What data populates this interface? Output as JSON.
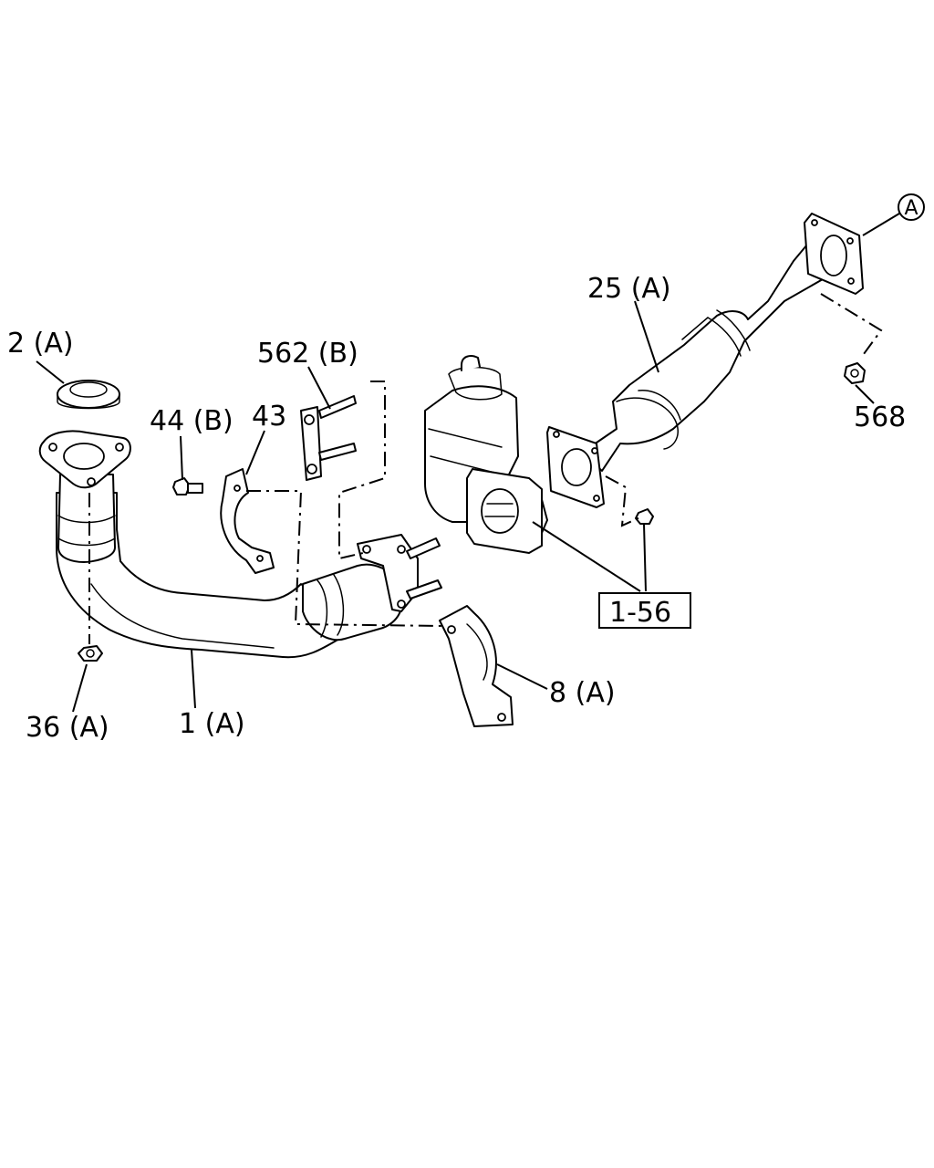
{
  "diagram": {
    "callouts": {
      "p2": "2 (A)",
      "p36": "36 (A)",
      "p1": "1 (A)",
      "p44": "44 (B)",
      "p43": "43",
      "p562": "562 (B)",
      "p8": "8 (A)",
      "p25": "25 (A)",
      "p568": "568",
      "ref": "1-56",
      "circle": "A"
    }
  }
}
